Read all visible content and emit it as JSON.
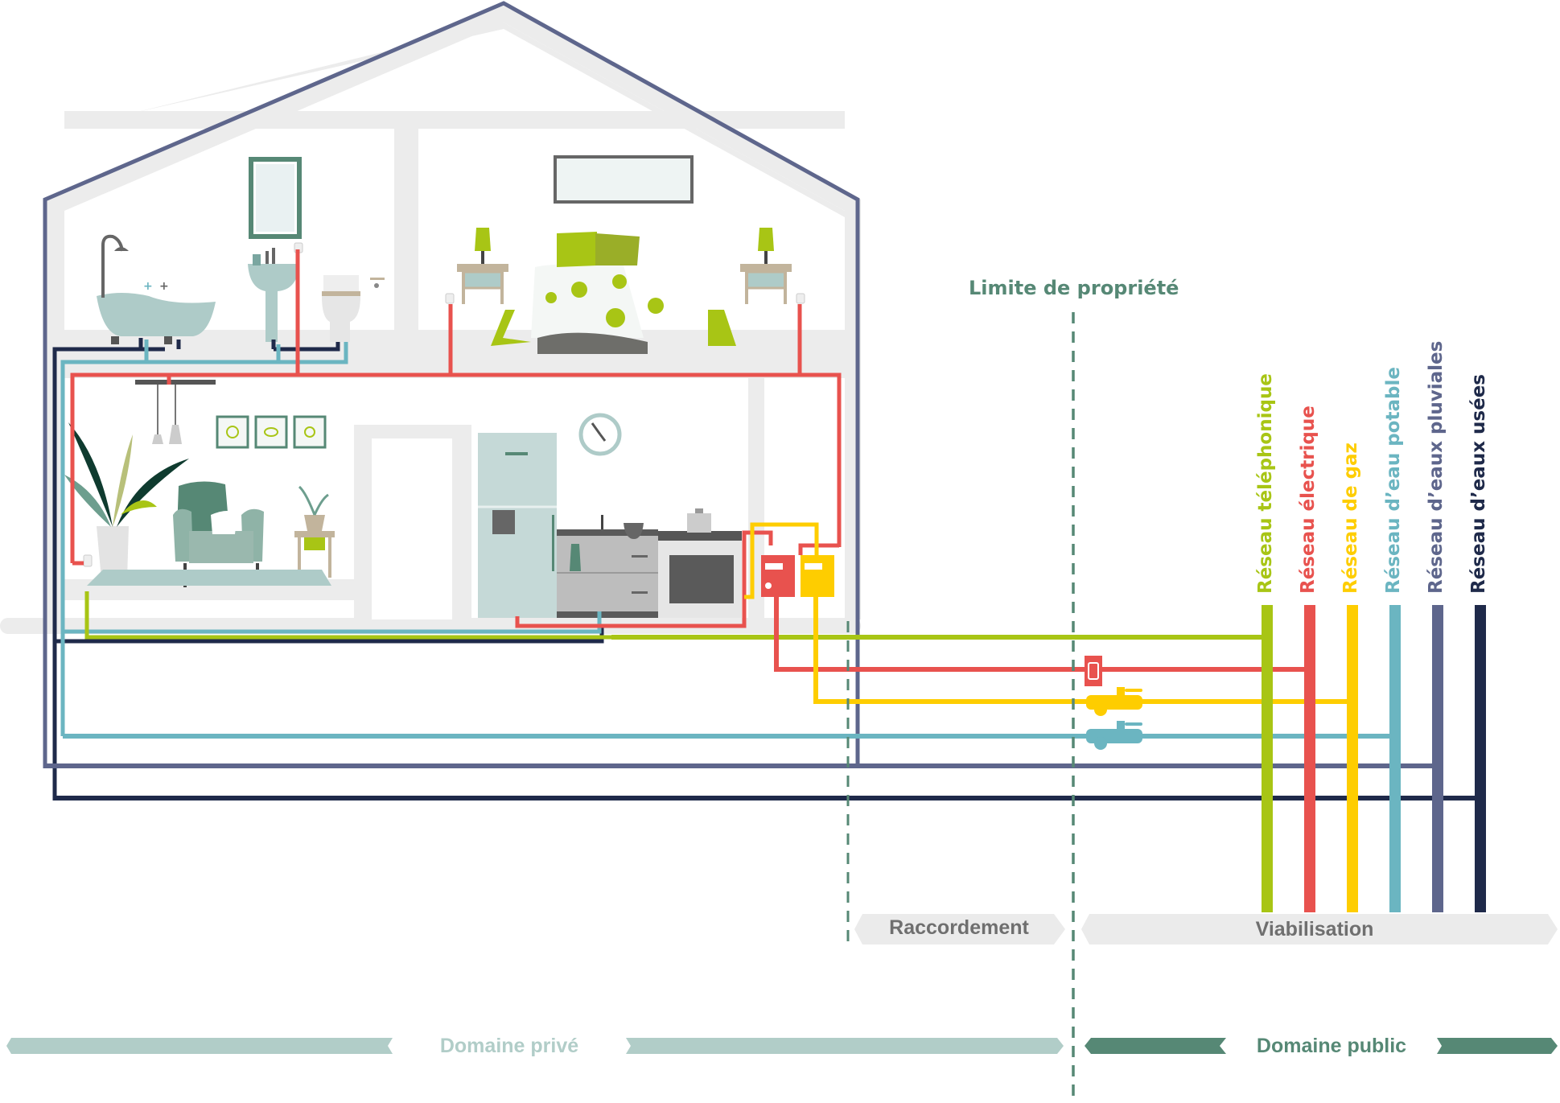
{
  "title_limit": "Limite de propriété",
  "zones": {
    "raccordement": "Raccordement",
    "viabilisation": "Viabilisation",
    "domaine_prive": "Domaine privé",
    "domaine_public": "Domaine public"
  },
  "networks": [
    {
      "id": "telephone",
      "label": "Réseau téléphonique",
      "color": "#a8c515"
    },
    {
      "id": "electric",
      "label": "Réseau électrique",
      "color": "#e8524e"
    },
    {
      "id": "gas",
      "label": "Réseau de gaz",
      "color": "#fecd00"
    },
    {
      "id": "water",
      "label": "Réseau d’eau potable",
      "color": "#6bb5c1"
    },
    {
      "id": "rainwater",
      "label": "Réseau d’eaux pluviales",
      "color": "#5e668c"
    },
    {
      "id": "wastewater",
      "label": "Réseau d’eaux usées",
      "color": "#1f2a4a"
    }
  ],
  "colors": {
    "boundary": "#568875",
    "private_band": "#b1cdc8",
    "public_band": "#568875",
    "grey_band": "#ebebeb",
    "grey_text": "#6f6f6f",
    "private_text": "#b1cdc8"
  },
  "rooms": {
    "bathroom": "bathroom",
    "bedroom": "bedroom",
    "living_room": "living-room",
    "kitchen": "kitchen"
  }
}
